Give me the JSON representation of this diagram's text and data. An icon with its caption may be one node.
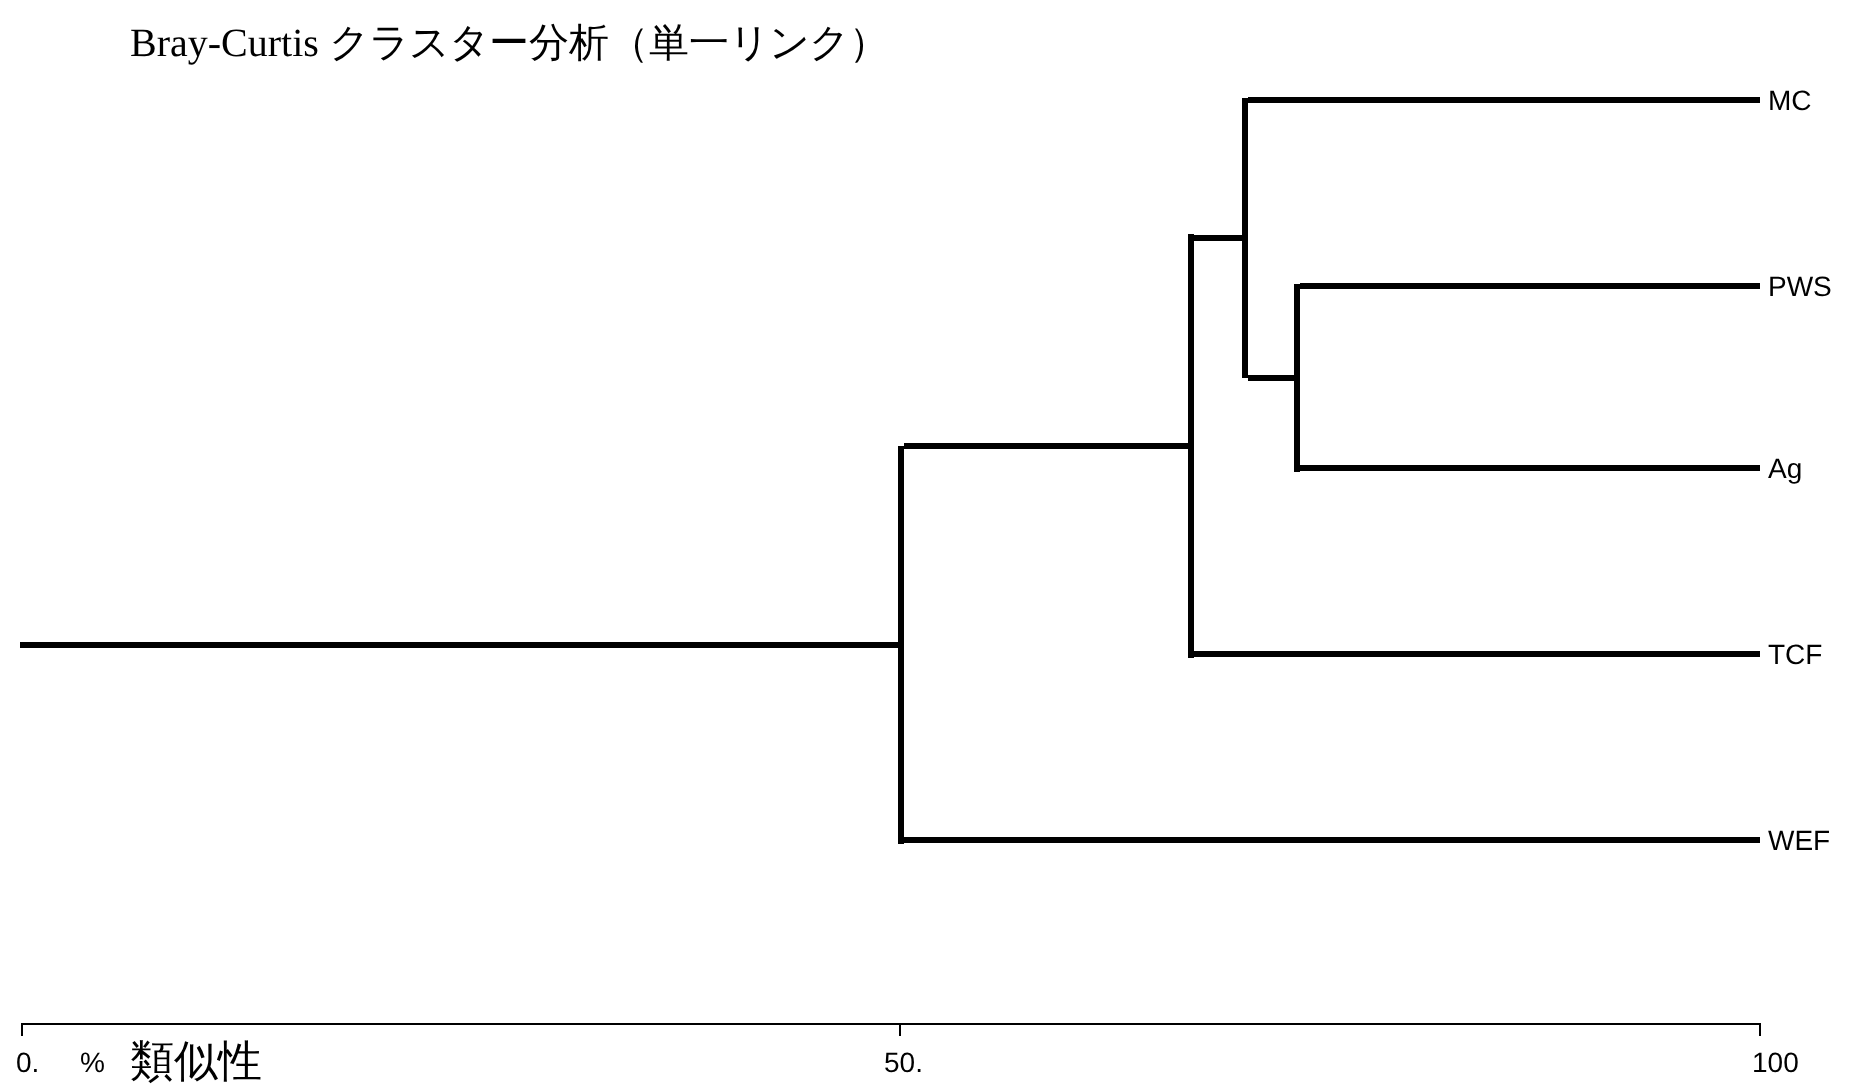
{
  "diagram": {
    "title": "Bray-Curtis クラスター分析（単一リンク）",
    "nodes": [
      {
        "text": [],
        "shape": "bar"
      },
      {
        "text": [],
        "shape": "bar"
      },
      {
        "text": [],
        "shape": "bar"
      },
      {
        "text": [],
        "shape": "bar"
      },
      {
        "text": [
          "MC"
        ]
      },
      {
        "text": [
          "PWS"
        ]
      },
      {
        "text": [
          "Ag"
        ]
      },
      {
        "text": [
          "TCF"
        ]
      },
      {
        "text": [
          "WEF"
        ]
      }
    ],
    "edges": [
      {
        "from": null,
        "to": 0,
        "arrow": "none"
      },
      {
        "from": 0,
        "to": 1,
        "arrow": "none"
      },
      {
        "from": 0,
        "to": 8,
        "arrow": "none"
      },
      {
        "from": 1,
        "to": 2,
        "arrow": "none"
      },
      {
        "from": 1,
        "to": 7,
        "arrow": "none"
      },
      {
        "from": 2,
        "to": 4,
        "arrow": "none"
      },
      {
        "from": 2,
        "to": 3,
        "arrow": "none"
      },
      {
        "from": 3,
        "to": 5,
        "arrow": "none"
      },
      {
        "from": 3,
        "to": 6,
        "arrow": "none"
      }
    ],
    "labels": [
      "0.",
      "%",
      "類似性",
      "50.",
      "100"
    ]
  }
}
